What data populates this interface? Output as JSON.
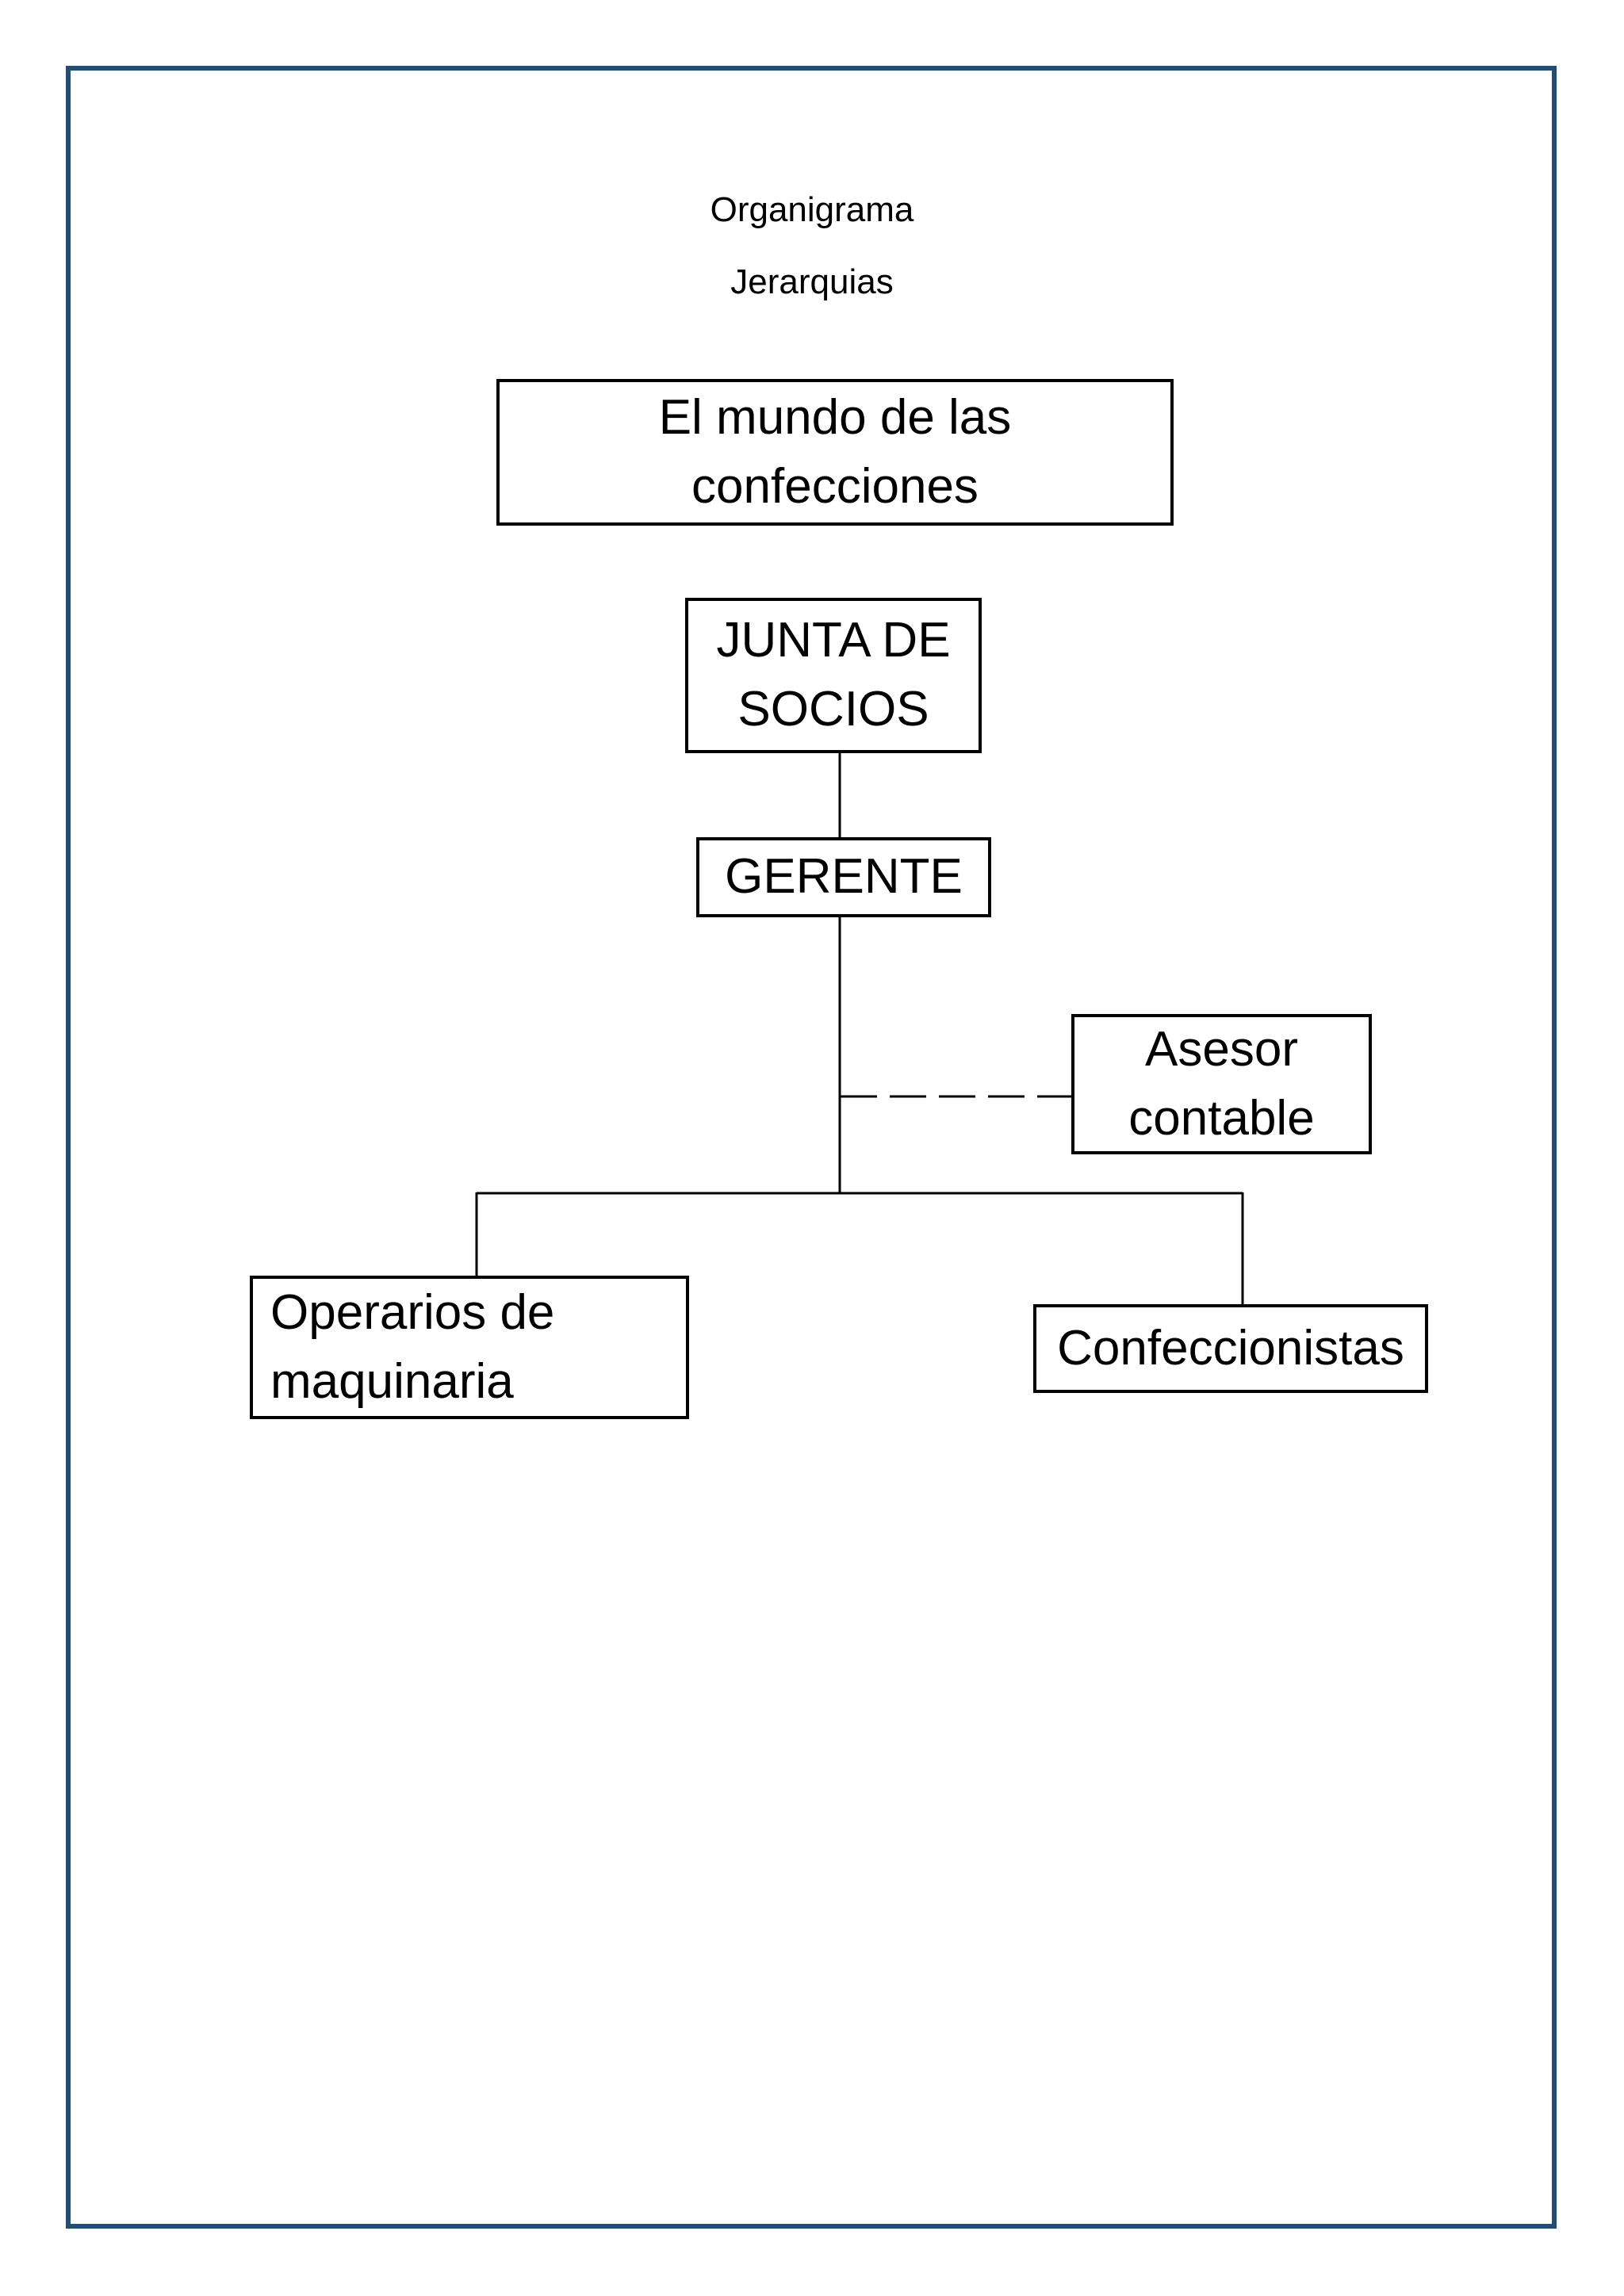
{
  "document": {
    "title": "Organigrama",
    "subtitle": "Jerarquias",
    "page_border_color": "#1f4e79",
    "background_color": "#ffffff",
    "box_border_color": "#000000",
    "text_color": "#000000"
  },
  "chart_data": {
    "type": "org-chart",
    "title": "Organigrama",
    "subtitle": "Jerarquias",
    "nodes": [
      {
        "id": "company",
        "label": "El mundo de las confecciones",
        "lines": [
          "El mundo de las",
          "confecciones"
        ],
        "level": 0
      },
      {
        "id": "junta",
        "label": "JUNTA DE SOCIOS",
        "lines": [
          "JUNTA DE",
          "SOCIOS"
        ],
        "level": 1
      },
      {
        "id": "gerente",
        "label": "GERENTE",
        "lines": [
          "GERENTE"
        ],
        "level": 2
      },
      {
        "id": "asesor",
        "label": "Asesor contable",
        "lines": [
          "Asesor",
          "contable"
        ],
        "level": 3,
        "relation": "staff-advisor"
      },
      {
        "id": "operarios",
        "label": "Operarios de maquinaria",
        "lines": [
          "Operarios de",
          "maquinaria"
        ],
        "level": 4
      },
      {
        "id": "confeccionistas",
        "label": "Confeccionistas",
        "lines": [
          "Confeccionistas"
        ],
        "level": 4
      }
    ],
    "edges": [
      {
        "from": "junta",
        "to": "gerente",
        "style": "solid"
      },
      {
        "from": "gerente",
        "to": "asesor",
        "style": "dashed"
      },
      {
        "from": "gerente",
        "to": "operarios",
        "style": "solid"
      },
      {
        "from": "gerente",
        "to": "confeccionistas",
        "style": "solid"
      }
    ]
  }
}
